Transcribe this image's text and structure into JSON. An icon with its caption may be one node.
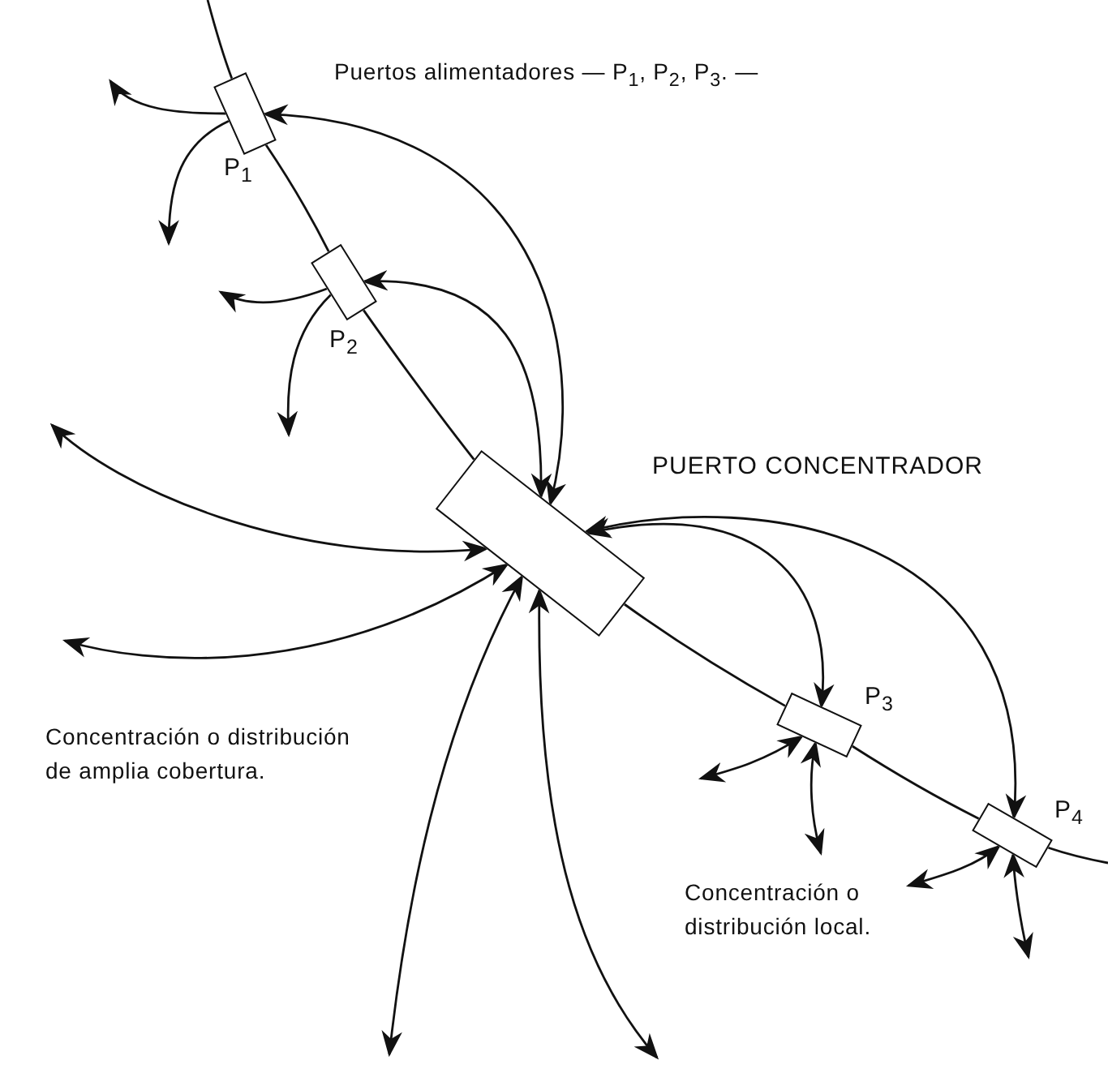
{
  "diagram": {
    "nodes": [
      {
        "text": [],
        "shape": "box",
        "beside": [
          "P$_{1}$"
        ]
      },
      {
        "text": [],
        "shape": "box",
        "beside": [
          "P$_{2}$"
        ]
      },
      {
        "text": [],
        "shape": "box",
        "beside": [
          "PUERTO CONCENTRADOR"
        ]
      },
      {
        "text": [],
        "shape": "box",
        "beside": [
          "P$_{3}$"
        ]
      },
      {
        "text": [],
        "shape": "box",
        "beside": [
          "P$_{4}$"
        ]
      }
    ],
    "edges": [
      {
        "from": null,
        "to": 0,
        "arrow": "none"
      },
      {
        "from": 0,
        "to": 1,
        "arrow": "none"
      },
      {
        "from": 1,
        "to": 2,
        "arrow": "none"
      },
      {
        "from": 2,
        "to": 3,
        "arrow": "none"
      },
      {
        "from": 3,
        "to": 4,
        "arrow": "none"
      },
      {
        "from": 4,
        "to": null,
        "arrow": "none"
      },
      {
        "from": 0,
        "to": 2,
        "arrow": "both"
      },
      {
        "from": 1,
        "to": 2,
        "arrow": "both"
      },
      {
        "from": 2,
        "to": 3,
        "arrow": "both"
      },
      {
        "from": 2,
        "to": 4,
        "arrow": "both"
      },
      {
        "from": 0,
        "to": null,
        "arrow": "to"
      },
      {
        "from": 0,
        "to": null,
        "arrow": "to"
      },
      {
        "from": 1,
        "to": null,
        "arrow": "to"
      },
      {
        "from": 1,
        "to": null,
        "arrow": "to"
      },
      {
        "from": 2,
        "to": null,
        "arrow": "both"
      },
      {
        "from": 2,
        "to": null,
        "arrow": "both"
      },
      {
        "from": 2,
        "to": null,
        "arrow": "both"
      },
      {
        "from": 2,
        "to": null,
        "arrow": "both"
      },
      {
        "from": 3,
        "to": null,
        "arrow": "both"
      },
      {
        "from": 3,
        "to": null,
        "arrow": "both"
      },
      {
        "from": 4,
        "to": null,
        "arrow": "both"
      },
      {
        "from": 4,
        "to": null,
        "arrow": "both"
      }
    ],
    "labels": [
      "Puertos alimentadores — P$_{1}$, P$_{2}$, P$_{3}$. —",
      "Concentración o distribución de amplia cobertura.",
      "Concentración o distribución local."
    ]
  }
}
